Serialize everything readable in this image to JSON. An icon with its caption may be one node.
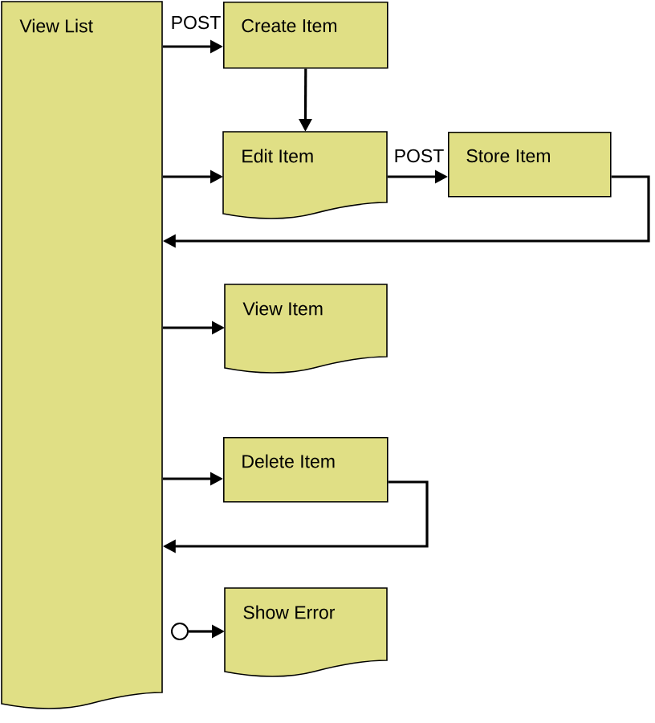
{
  "diagram": {
    "nodes": [
      {
        "text": [
          "View List"
        ]
      },
      {
        "text": [
          "Create Item"
        ]
      },
      {
        "text": [
          "Edit Item"
        ]
      },
      {
        "text": [
          "Store Item"
        ]
      },
      {
        "text": [
          "View Item"
        ]
      },
      {
        "text": [
          "Delete Item"
        ]
      },
      {
        "text": [],
        "shape": "circle"
      },
      {
        "text": [
          "Show Error"
        ]
      }
    ],
    "edges": [
      {
        "from": 0,
        "to": 1,
        "arrow": "to",
        "label": "POST"
      },
      {
        "from": 1,
        "to": 2,
        "arrow": "to"
      },
      {
        "from": 0,
        "to": 2,
        "arrow": "to"
      },
      {
        "from": 2,
        "to": 3,
        "arrow": "to",
        "label": "POST"
      },
      {
        "from": 3,
        "to": 0,
        "arrow": "to"
      },
      {
        "from": 0,
        "to": 4,
        "arrow": "to"
      },
      {
        "from": 0,
        "to": 5,
        "arrow": "to"
      },
      {
        "from": 5,
        "to": 0,
        "arrow": "to"
      },
      {
        "from": 6,
        "to": 7,
        "arrow": "to"
      }
    ]
  }
}
